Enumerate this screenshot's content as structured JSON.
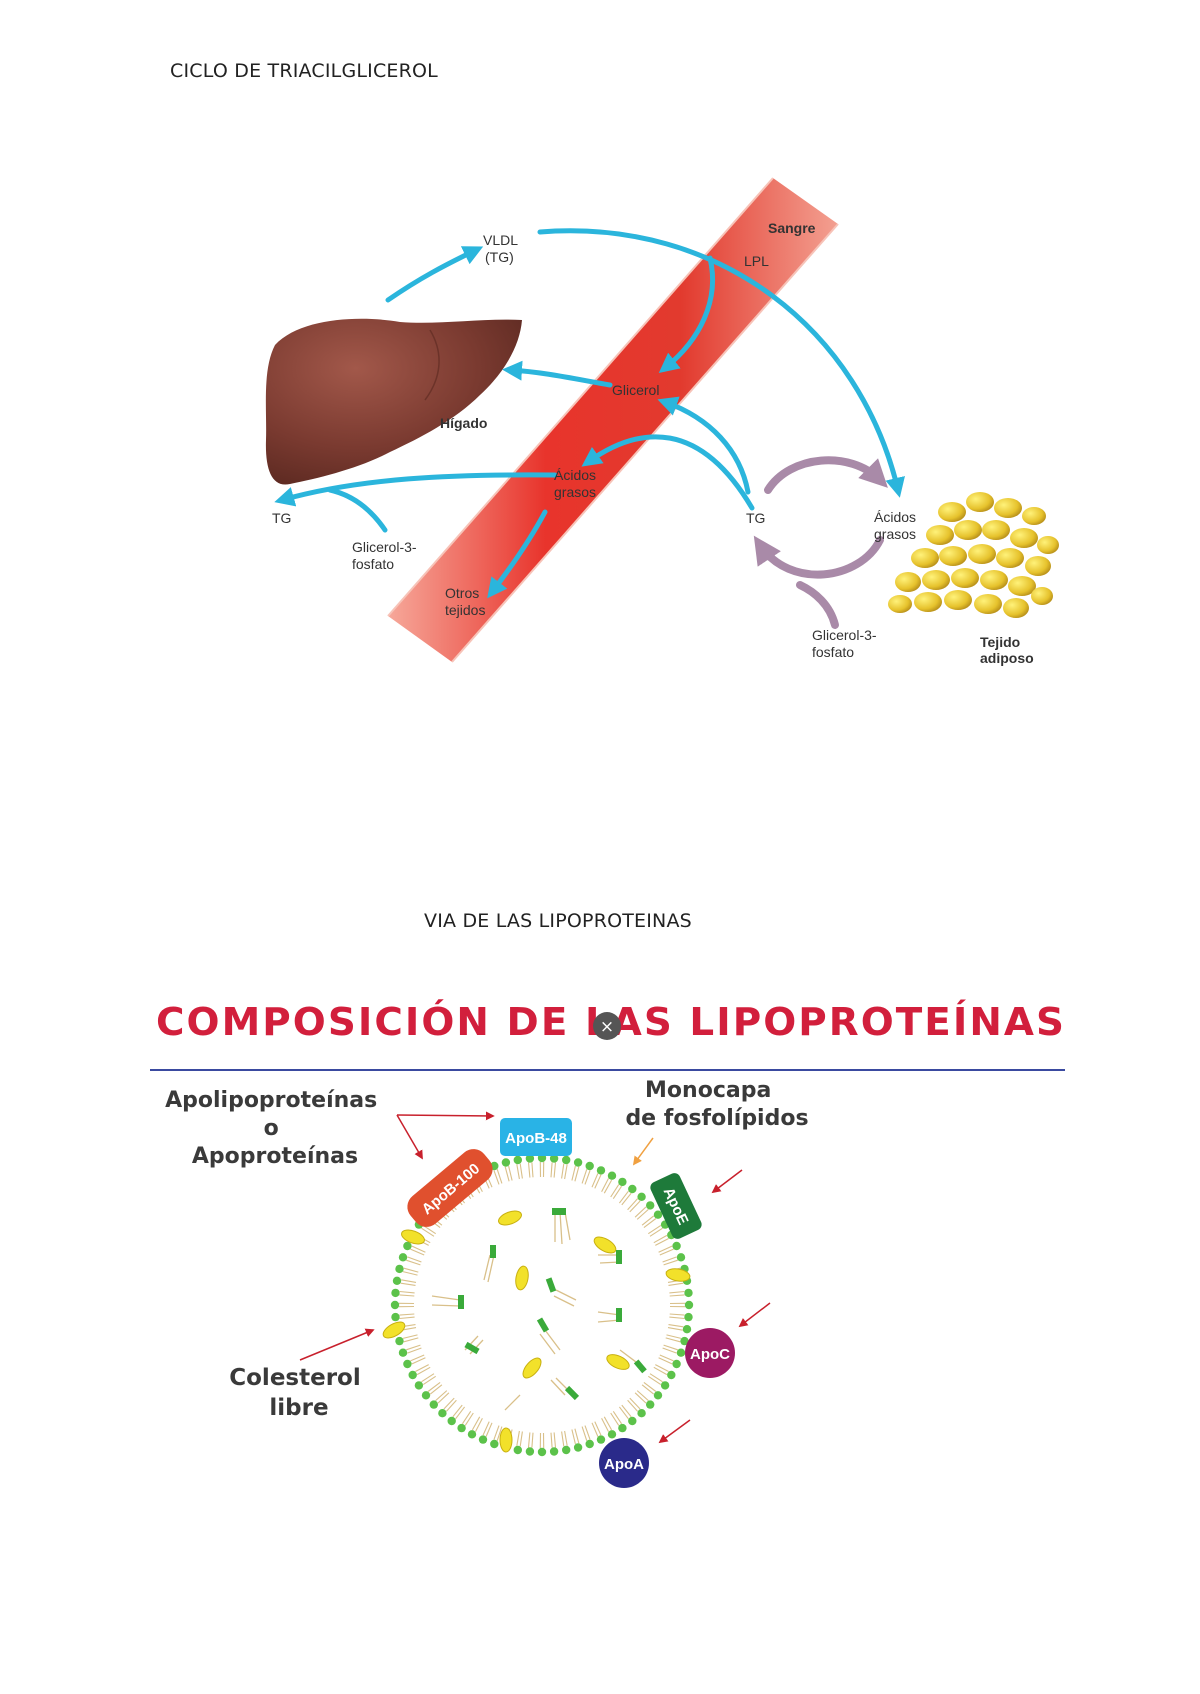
{
  "headings": {
    "cycle": "CICLO DE TRIACILGLICEROL",
    "pathway": "VIA DE LAS LIPOPROTEINAS"
  },
  "cycle_diagram": {
    "vldl_line1": "VLDL",
    "vldl_line2": "(TG)",
    "sangre": "Sangre",
    "lpl": "LPL",
    "glicerol": "Glicerol",
    "higado": "Hígado",
    "acidos_blood_1": "Ácidos",
    "acidos_blood_2": "grasos",
    "tg_left": "TG",
    "g3p_left_1": "Glicerol-3-",
    "g3p_left_2": "fosfato",
    "otros_1": "Otros",
    "otros_2": "tejidos",
    "tg_right": "TG",
    "acidos_right_1": "Ácidos",
    "acidos_right_2": "grasos",
    "g3p_right_1": "Glicerol-3-",
    "g3p_right_2": "fosfato",
    "tejido_1": "Tejido",
    "tejido_2": "adiposo"
  },
  "lipoprotein_figure": {
    "title": "COMPOSICIÓN DE LAS LIPOPROTEÍNAS",
    "apolipo_1": "Apolipoproteínas",
    "apolipo_2": "o",
    "apolipo_3": "Apoproteínas",
    "monocapa_1": "Monocapa",
    "monocapa_2": "de fosfolípidos",
    "colesterol_1": "Colesterol",
    "colesterol_2": "libre",
    "apob100": "ApoB-100",
    "apob48": "ApoB-48",
    "apoe": "ApoE",
    "apoc": "ApoC",
    "apoa": "ApoA",
    "close_glyph": "×"
  },
  "colors": {
    "title_red": "#d21f3c",
    "arrow_cyan": "#2bb5dc",
    "vessel_red": "#e8342c",
    "liver": "#7a3a30",
    "fat": "#e6c22c",
    "membrane_green": "#5cc24a",
    "apob100": "#e0502e",
    "apob48": "#29b3e6",
    "apoe": "#1e7a3a",
    "apoc": "#9c1a63",
    "apoa": "#2a2a8a",
    "purple_cycle": "#a98aa8"
  }
}
